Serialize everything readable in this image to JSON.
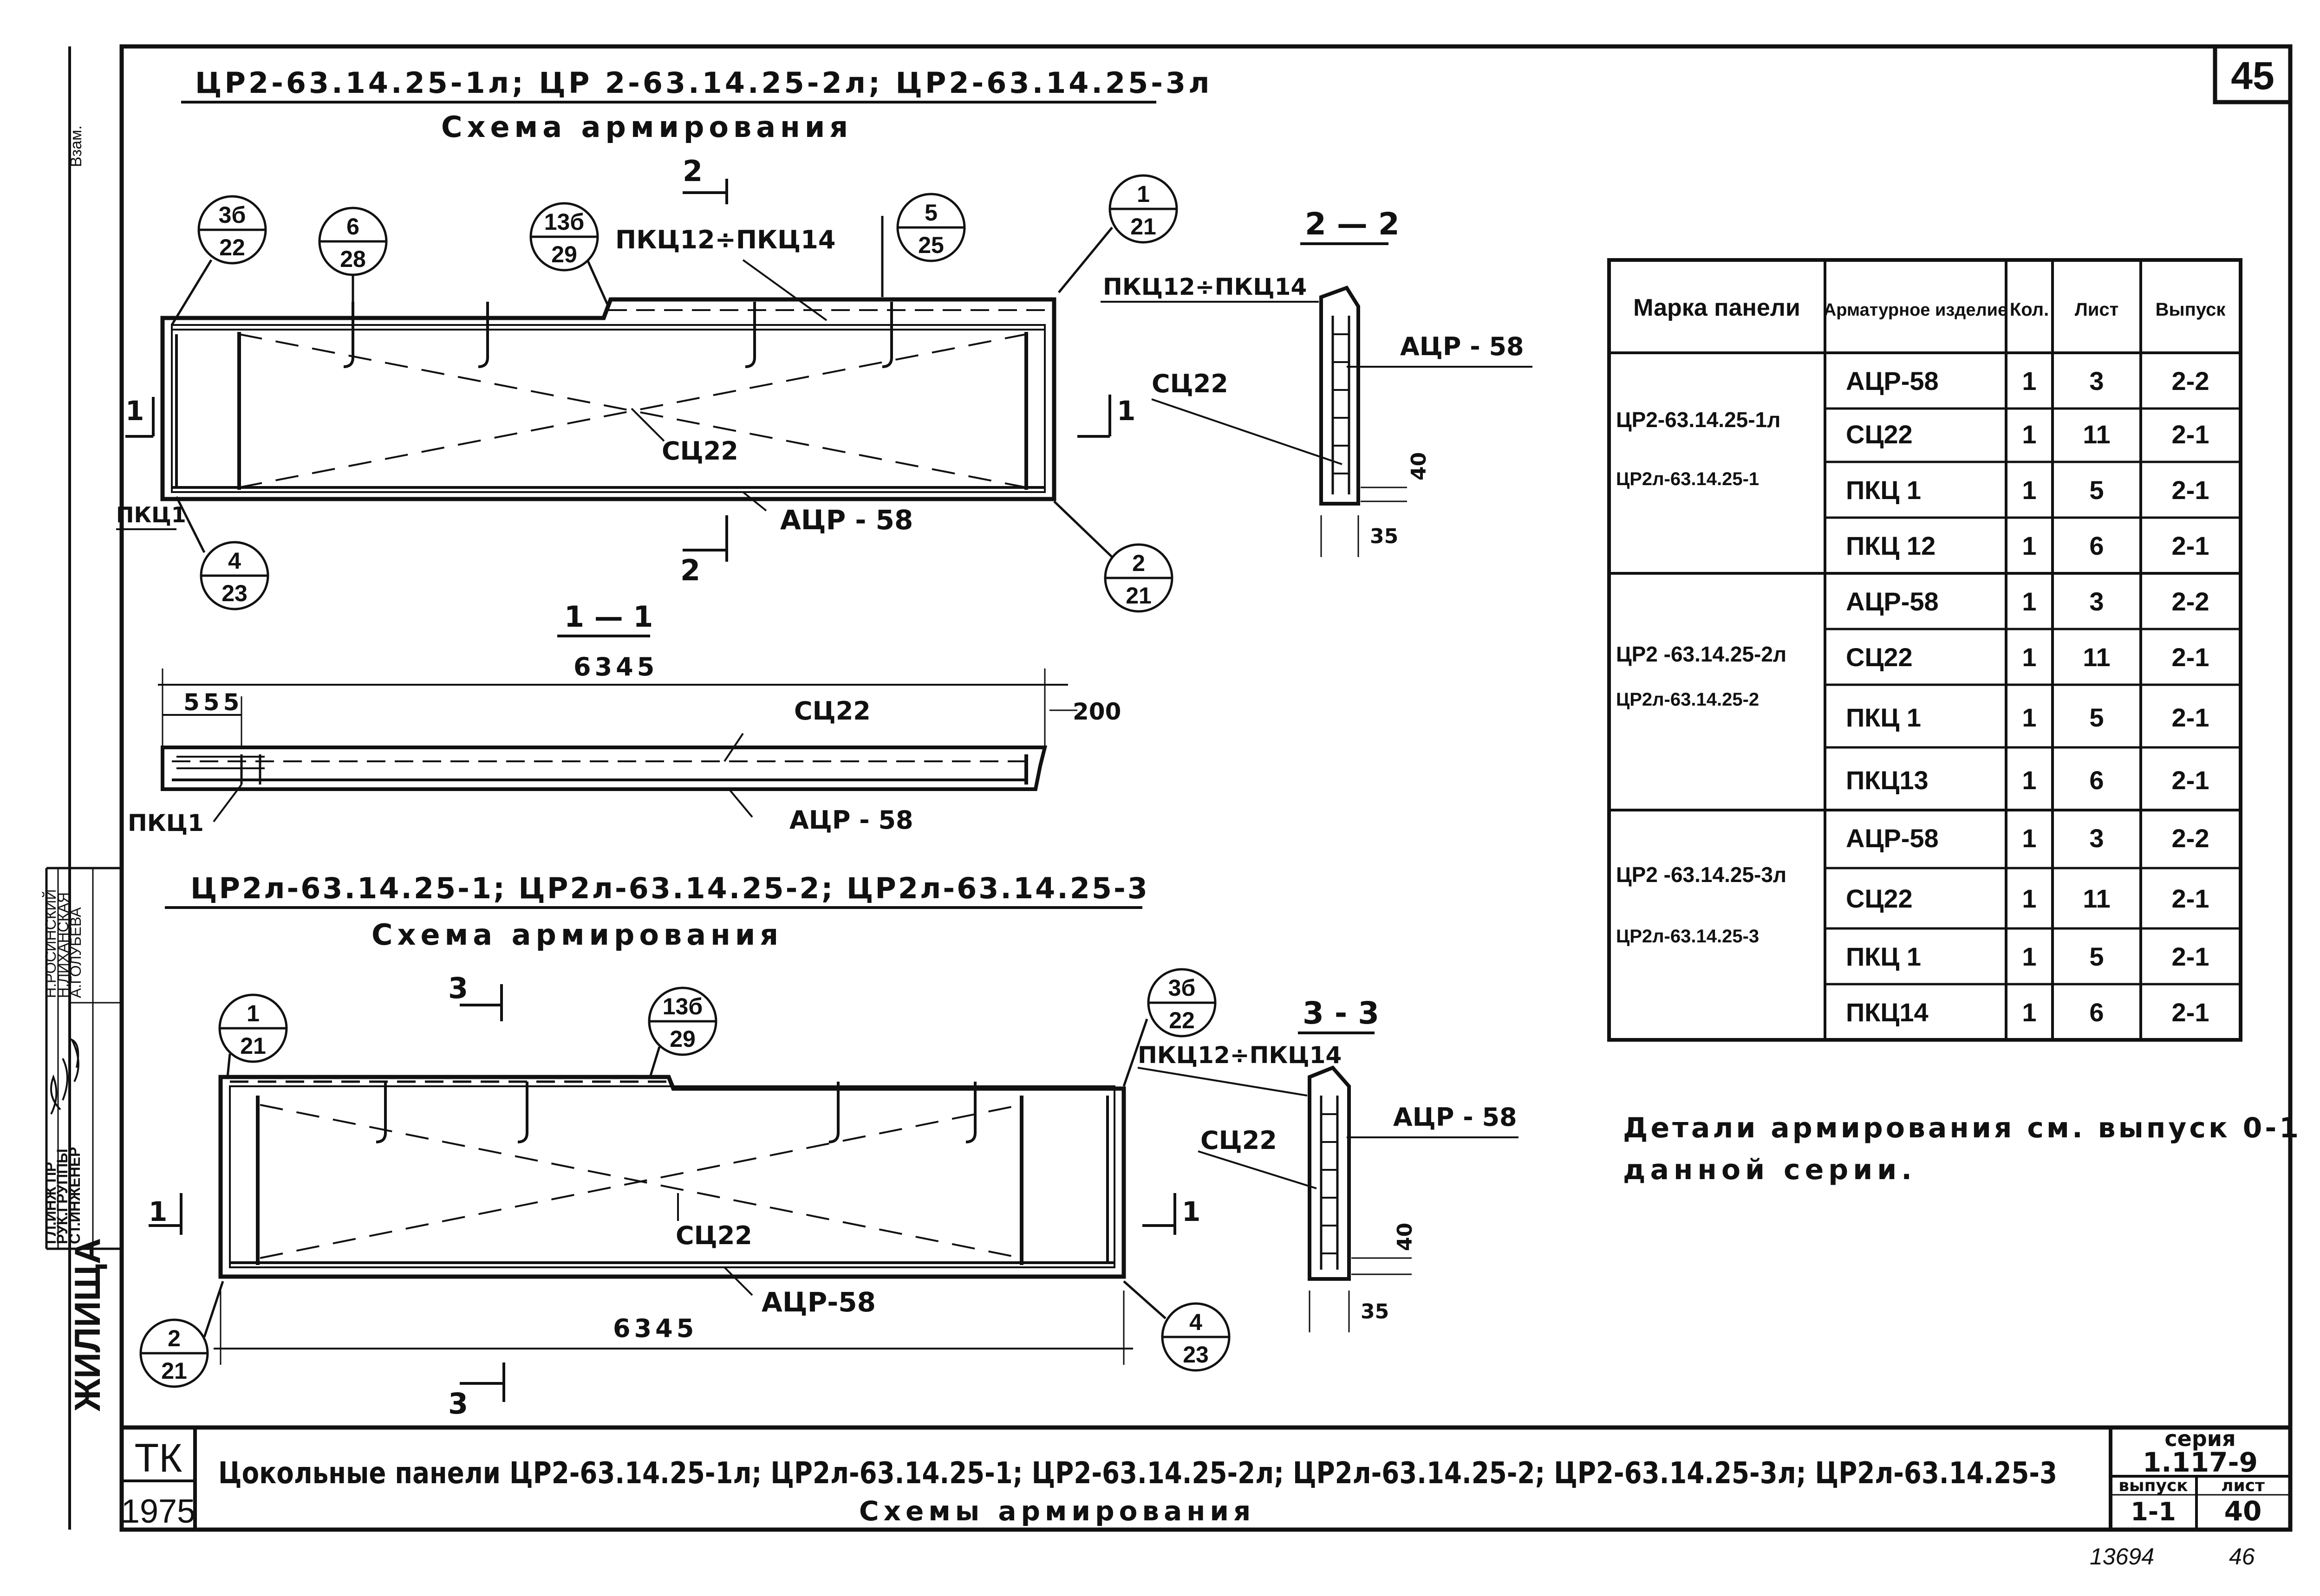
{
  "sheet_number": "45",
  "section_top": {
    "title": "ЦР2-63.14.25-1л; ЦР 2-63.14.25-2л; ЦР2-63.14.25-3л",
    "subtitle": "Схема армирования",
    "leaders": {
      "a": [
        "3б",
        "22"
      ],
      "b": [
        "6",
        "28"
      ],
      "c": [
        "13б",
        "29"
      ],
      "d": [
        "5",
        "25"
      ],
      "e": [
        "1",
        "21"
      ],
      "f": [
        "4",
        "23"
      ],
      "g": [
        "2",
        "21"
      ]
    },
    "labels": {
      "pkc_range": "ПКЦ12÷ПКЦ14",
      "sc22": "СЦ22",
      "acr58": "АЦР - 58",
      "pkc1": "ПКЦ1",
      "cut2": "2",
      "cut1": "1"
    }
  },
  "section_2_2": {
    "title": "2 — 2",
    "pkc_range": "ПКЦ12÷ПКЦ14",
    "acr58": "АЦР - 58",
    "sc22": "СЦ22",
    "dim40": "40",
    "dim35": "35"
  },
  "section_1_1": {
    "title": "1 — 1",
    "length": "6345",
    "dim555": "555",
    "dim200": "200",
    "sc22": "СЦ22",
    "acr58": "АЦР - 58",
    "pkc1": "ПКЦ1"
  },
  "section_bottom": {
    "title": "ЦР2л-63.14.25-1; ЦР2л-63.14.25-2; ЦР2л-63.14.25-3",
    "subtitle": "Схема армирования",
    "leaders": {
      "a": [
        "1",
        "21"
      ],
      "b": [
        "13б",
        "29"
      ],
      "c": [
        "3б",
        "22"
      ],
      "d": [
        "2",
        "21"
      ],
      "e": [
        "4",
        "23"
      ]
    },
    "labels": {
      "sc22": "СЦ22",
      "acr58": "АЦР-58",
      "length": "6345",
      "cut3": "3",
      "cut1": "1"
    }
  },
  "section_3_3": {
    "title": "3 - 3",
    "pkc_range": "ПКЦ12÷ПКЦ14",
    "sc22": "СЦ22",
    "acr58": "АЦР - 58",
    "dim40": "40",
    "dim35": "35"
  },
  "table": {
    "headers": [
      "Марка панели",
      "Арматурное изделие",
      "Кол.",
      "Лист",
      "Выпуск"
    ],
    "groups": [
      {
        "panel": [
          "ЦР2-63.14.25-1л",
          "ЦР2л-63.14.25-1"
        ],
        "rows": [
          [
            "АЦР-58",
            "1",
            "3",
            "2-2"
          ],
          [
            "СЦ22",
            "1",
            "11",
            "2-1"
          ],
          [
            "ПКЦ 1",
            "1",
            "5",
            "2-1"
          ],
          [
            "ПКЦ 12",
            "1",
            "6",
            "2-1"
          ]
        ]
      },
      {
        "panel": [
          "ЦР2 -63.14.25-2л",
          "ЦР2л-63.14.25-2"
        ],
        "rows": [
          [
            "АЦР-58",
            "1",
            "3",
            "2-2"
          ],
          [
            "СЦ22",
            "1",
            "11",
            "2-1"
          ],
          [
            "ПКЦ 1",
            "1",
            "5",
            "2-1"
          ],
          [
            "ПКЦ13",
            "1",
            "6",
            "2-1"
          ]
        ]
      },
      {
        "panel": [
          "ЦР2 -63.14.25-3л",
          "ЦР2л-63.14.25-3"
        ],
        "rows": [
          [
            "АЦР-58",
            "1",
            "3",
            "2-2"
          ],
          [
            "СЦ22",
            "1",
            "11",
            "2-1"
          ],
          [
            "ПКЦ 1",
            "1",
            "5",
            "2-1"
          ],
          [
            "ПКЦ14",
            "1",
            "6",
            "2-1"
          ]
        ]
      }
    ]
  },
  "note": [
    "Детали армирования см. выпуск 0-1",
    "данной серии."
  ],
  "side_stamp": {
    "roles": [
      "ГЛ.ИНЖ ПР",
      "РУК.ГРУППЫ",
      "СТ.ИНЖЕНЕР"
    ],
    "names": [
      "Н.РОСИНСКИЙ",
      "Н.ЛИХАНСКАЯ",
      "А.ГОЛУБЕВА"
    ],
    "org": "ЖИЛИЩА",
    "top_mark": "Взам."
  },
  "title_block": {
    "org": "ТК",
    "year": "1975",
    "title": "Цокольные панели ЦР2-63.14.25-1л; ЦР2л-63.14.25-1; ЦР2-63.14.25-2л; ЦР2л-63.14.25-2; ЦР2-63.14.25-3л; ЦР2л-63.14.25-3",
    "subtitle": "Схемы армирования",
    "series_label": "серия",
    "series_value": "1.117-9",
    "issue_label": "выпуск",
    "issue_value": "1-1",
    "sheet_label": "лист",
    "sheet_value": "40"
  },
  "footer_marks": [
    "13694",
    "46"
  ]
}
